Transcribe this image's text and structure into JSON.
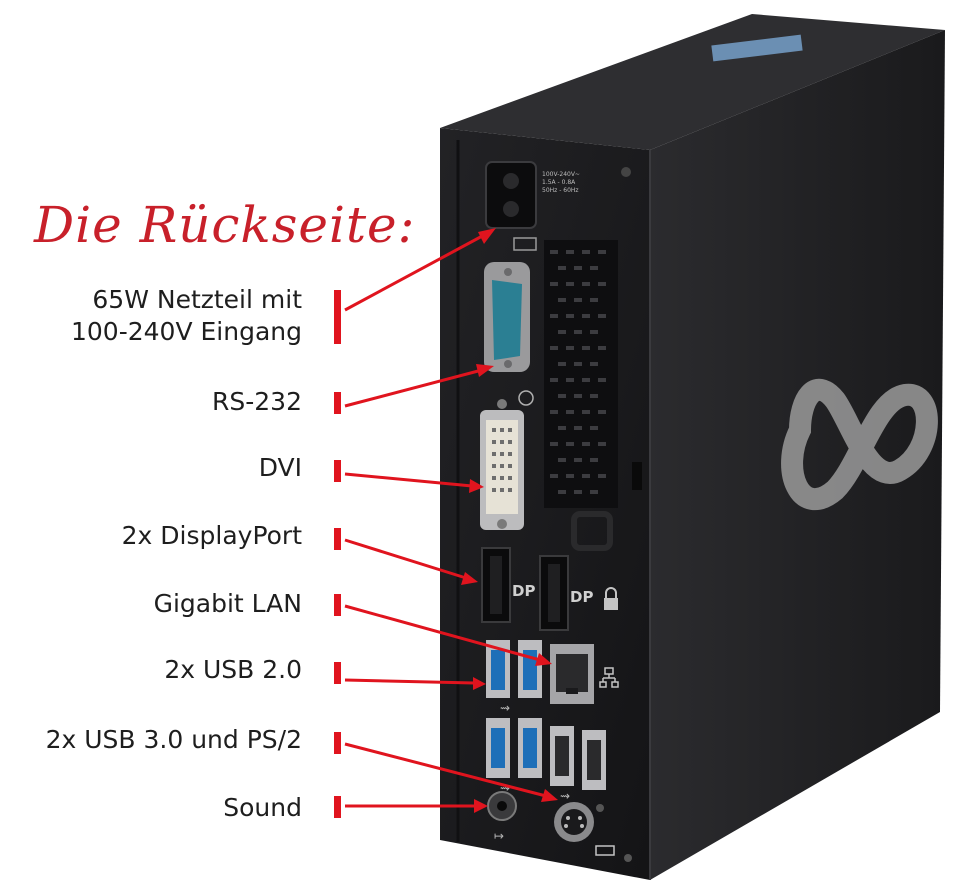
{
  "title": "Die Rückseite:",
  "labels": {
    "psu_line1": "65W Netzteil mit",
    "psu_line2": "100-240V Eingang",
    "rs232": "RS-232",
    "dvi": "DVI",
    "displayport": "2x DisplayPort",
    "lan": "Gigabit LAN",
    "usb2": "2x USB 2.0",
    "usb3_ps2": "2x USB 3.0 und PS/2",
    "sound": "Sound"
  },
  "port_markings": {
    "dp_left": "DP",
    "dp_right": "DP",
    "power_spec_1": "100V-240V~",
    "power_spec_2": "1.5A - 0.8A",
    "power_spec_3": "50Hz - 60Hz"
  },
  "colors": {
    "accent": "#e0141e",
    "chassis": "#1c1c1e",
    "usb3_blue": "#1d6fb8"
  }
}
